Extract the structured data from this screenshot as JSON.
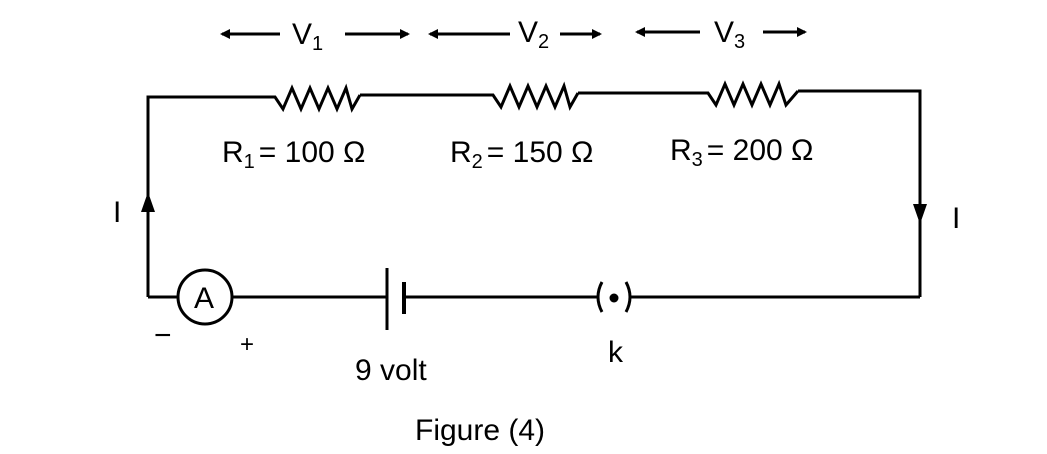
{
  "voltages": [
    {
      "symbol": "V",
      "subscript": "1"
    },
    {
      "symbol": "V",
      "subscript": "2"
    },
    {
      "symbol": "V",
      "subscript": "3"
    }
  ],
  "resistors": [
    {
      "symbol": "R",
      "subscript": "1",
      "value": "= 100 Ω"
    },
    {
      "symbol": "R",
      "subscript": "2",
      "value": "= 150 Ω"
    },
    {
      "symbol": "R",
      "subscript": "3",
      "value": "= 200 Ω"
    }
  ],
  "current_label_left": "I",
  "current_label_right": "I",
  "ammeter_label": "A",
  "ammeter_minus": "−",
  "ammeter_plus": "+",
  "battery_label": "9 volt",
  "key_label": "k",
  "caption": "Figure (4)"
}
